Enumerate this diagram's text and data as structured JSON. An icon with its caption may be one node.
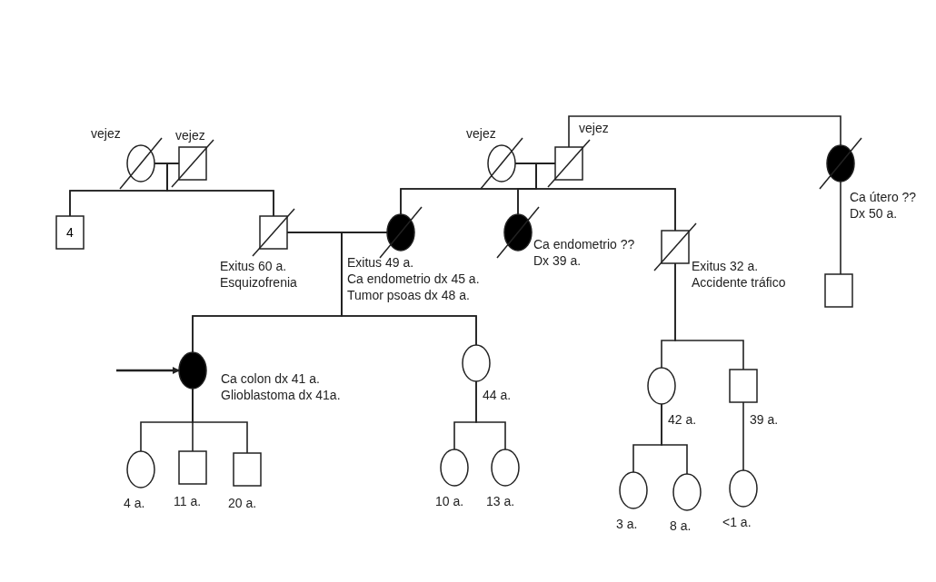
{
  "diagram": {
    "nodes": [
      {
        "text": [],
        "shape": "circle",
        "beside": [
          "vejez"
        ]
      },
      {
        "text": [],
        "shape": "box",
        "beside": [
          "vejez"
        ]
      },
      {
        "text": [],
        "shape": "circle",
        "beside": [
          "vejez"
        ]
      },
      {
        "text": [],
        "shape": "box",
        "beside": [
          "vejez"
        ]
      },
      {
        "text": [],
        "shape": "circle",
        "beside": [
          "Ca útero ??",
          "Dx 50 a."
        ]
      },
      {
        "text": [
          "4"
        ]
      },
      {
        "text": [],
        "shape": "box",
        "beside": [
          "Exitus 60 a.",
          "Esquizofrenia"
        ]
      },
      {
        "text": [],
        "shape": "circle",
        "beside": [
          "Exitus 49 a.",
          "Ca endometrio dx 45 a.",
          "Tumor psoas dx 48 a."
        ]
      },
      {
        "text": [],
        "shape": "circle",
        "beside": [
          "Ca endometrio ??",
          "Dx 39 a."
        ]
      },
      {
        "text": [],
        "shape": "box",
        "beside": [
          "Exitus 32 a.",
          "Accidente tráfico"
        ]
      },
      {
        "text": [],
        "shape": "box"
      },
      {
        "text": [],
        "shape": "circle",
        "beside": [
          "Ca colon dx 41 a.",
          "Glioblastoma dx 41a."
        ]
      },
      {
        "text": [],
        "shape": "circle",
        "beside": [
          "44 a."
        ]
      },
      {
        "text": [],
        "shape": "circle",
        "beside": [
          "42 a."
        ]
      },
      {
        "text": [],
        "shape": "box",
        "beside": [
          "39 a."
        ]
      },
      {
        "text": [],
        "shape": "circle",
        "beside": [
          "4 a."
        ]
      },
      {
        "text": [],
        "shape": "box",
        "beside": [
          "11 a."
        ]
      },
      {
        "text": [],
        "shape": "box",
        "beside": [
          "20 a."
        ]
      },
      {
        "text": [],
        "shape": "circle",
        "beside": [
          "10 a."
        ]
      },
      {
        "text": [],
        "shape": "circle",
        "beside": [
          "13 a."
        ]
      },
      {
        "text": [],
        "shape": "circle",
        "beside": [
          "3 a."
        ]
      },
      {
        "text": [],
        "shape": "circle",
        "beside": [
          "8 a."
        ]
      },
      {
        "text": [],
        "shape": "circle",
        "beside": [
          "<1 a."
        ]
      }
    ],
    "edges": [
      {
        "from": 0,
        "to": 1,
        "arrow": "none"
      },
      {
        "from": 0,
        "to": 5,
        "arrow": "none"
      },
      {
        "from": 1,
        "to": 5,
        "arrow": "none"
      },
      {
        "from": 0,
        "to": 6,
        "arrow": "none"
      },
      {
        "from": 1,
        "to": 6,
        "arrow": "none"
      },
      {
        "from": 2,
        "to": 3,
        "arrow": "none"
      },
      {
        "from": 2,
        "to": 7,
        "arrow": "none"
      },
      {
        "from": 3,
        "to": 7,
        "arrow": "none"
      },
      {
        "from": 2,
        "to": 8,
        "arrow": "none"
      },
      {
        "from": 3,
        "to": 8,
        "arrow": "none"
      },
      {
        "from": 2,
        "to": 9,
        "arrow": "none"
      },
      {
        "from": 3,
        "to": 9,
        "arrow": "none"
      },
      {
        "from": 3,
        "to": 4,
        "arrow": "none"
      },
      {
        "from": 4,
        "to": 10,
        "arrow": "none"
      },
      {
        "from": 6,
        "to": 7,
        "arrow": "none"
      },
      {
        "from": 6,
        "to": 11,
        "arrow": "none"
      },
      {
        "from": 7,
        "to": 11,
        "arrow": "none"
      },
      {
        "from": 6,
        "to": 12,
        "arrow": "none"
      },
      {
        "from": 7,
        "to": 12,
        "arrow": "none"
      },
      {
        "from": 9,
        "to": 13,
        "arrow": "none"
      },
      {
        "from": 9,
        "to": 14,
        "arrow": "none"
      },
      {
        "from": 11,
        "to": 15,
        "arrow": "none"
      },
      {
        "from": 11,
        "to": 16,
        "arrow": "none"
      },
      {
        "from": 11,
        "to": 17,
        "arrow": "none"
      },
      {
        "from": 12,
        "to": 18,
        "arrow": "none"
      },
      {
        "from": 12,
        "to": 19,
        "arrow": "none"
      },
      {
        "from": 13,
        "to": 20,
        "arrow": "none"
      },
      {
        "from": 13,
        "to": 21,
        "arrow": "none"
      },
      {
        "from": 14,
        "to": 22,
        "arrow": "none"
      },
      {
        "from": null,
        "to": 11,
        "arrow": "to"
      }
    ]
  }
}
